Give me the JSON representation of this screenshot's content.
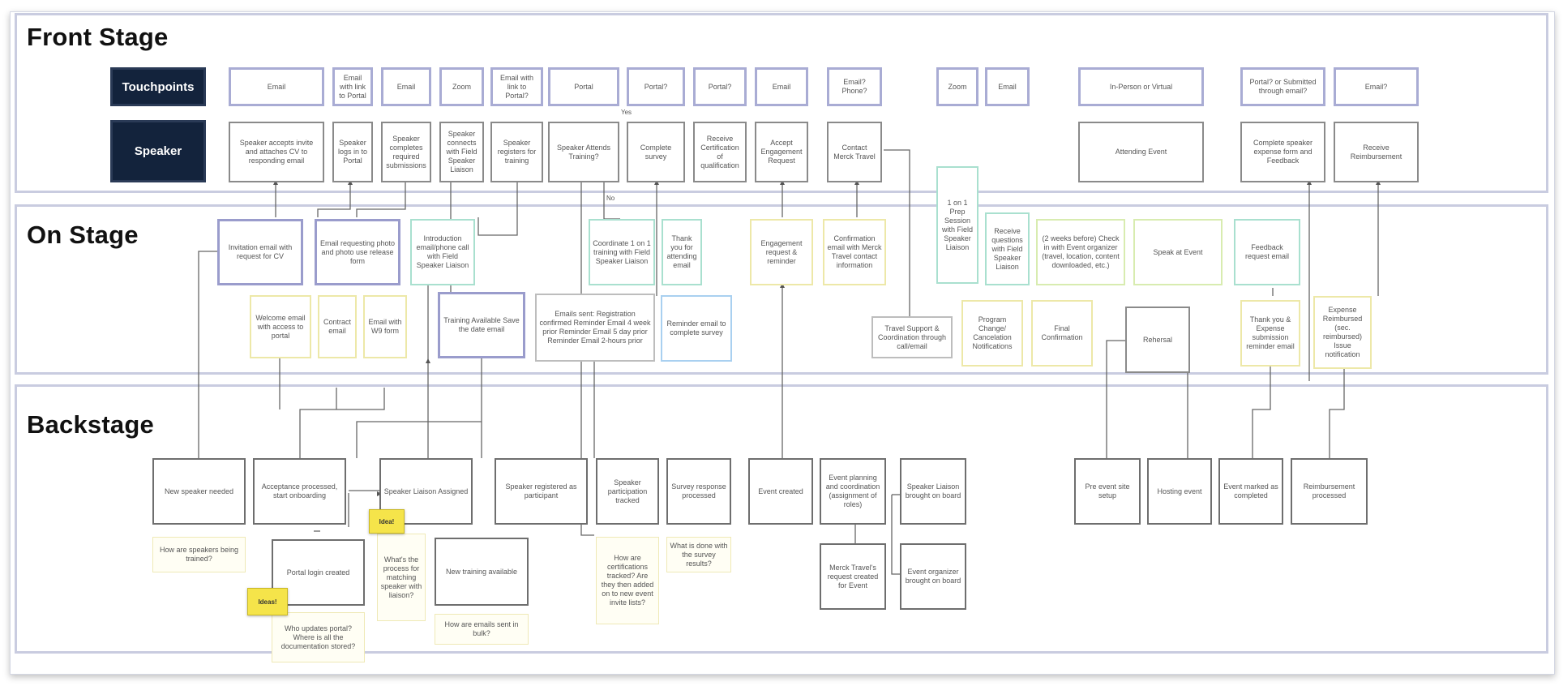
{
  "lanes": {
    "front": "Front Stage",
    "on": "On Stage",
    "back": "Backstage"
  },
  "roles": {
    "touchpoints": "Touchpoints",
    "speaker": "Speaker"
  },
  "touchpoints": [
    "Email",
    "Email with link to Portal",
    "Email",
    "Zoom",
    "Email with link to Portal?",
    "Portal",
    "Portal?",
    "Portal?",
    "Email",
    "Email? Phone?",
    "Zoom",
    "Email",
    "In-Person or Virtual",
    "Portal? or Submitted through email?",
    "Email?"
  ],
  "speaker_actions": [
    "Speaker accepts invite and attaches CV to responding email",
    "Speaker logs in to Portal",
    "Speaker completes required submissions",
    "Speaker connects with Field Speaker Liaison",
    "Speaker registers for training",
    "Speaker Attends Training?",
    "Complete survey",
    "Receive Certification of qualification",
    "Accept Engagement Request",
    "Contact Merck Travel",
    "Attending Event",
    "Complete speaker expense form and Feedback",
    "Receive Reimbursement"
  ],
  "onstage": [
    "Invitation email with request for CV",
    "Email requesting photo and photo use release form",
    "Introduction email/phone call with Field Speaker Liaison",
    "Welcome email with access to portal",
    "Contract email",
    "Email with W9 form",
    "Training Available Save the date email",
    "Emails sent: Registration confirmed Reminder Email 4 week prior Reminder Email 5 day prior Reminder Email 2-hours prior",
    "Coordinate 1 on 1 training with Field Speaker Liaison",
    "Thank you for attending email",
    "Reminder email to complete survey",
    "Engagement request & reminder",
    "Confirmation email with Merck Travel contact information",
    "Travel Support & Coordination through call/email",
    "1 on 1 Prep Session with Field Speaker Liaison",
    "Receive questions with Field Speaker Liaison",
    "(2 weeks before) Check in with Event organizer (travel, location, content downloaded, etc.)",
    "Program Change/ Cancelation Notifications",
    "Final Confirmation",
    "Speak at Event",
    "Rehersal",
    "Feedback request email",
    "Thank you & Expense submission reminder email",
    "Expense Reimbursed (sec. reimbursed) Issue notification"
  ],
  "backstage": [
    "New speaker needed",
    "Acceptance processed, start onboarding",
    "Speaker Liaison Assigned",
    "Portal login created",
    "New training available",
    "Speaker registered as participant",
    "Speaker participation tracked",
    "Survey response processed",
    "Event created",
    "Event planning and coordination (assignment of roles)",
    "Speaker Liaison brought on board",
    "Merck Travel's request created for Event",
    "Event organizer brought on board",
    "Pre event site setup",
    "Hosting event",
    "Event marked as completed",
    "Reimbursement processed"
  ],
  "questions": [
    "How are speakers being trained?",
    "What's the process for matching speaker with liaison?",
    "Who updates portal? Where is all the documentation stored?",
    "How are emails sent in bulk?",
    "How are certifications tracked? Are they then added on to new event invite lists?",
    "What is done with the survey results?"
  ],
  "stickies": [
    "Idea!",
    "Ideas!"
  ],
  "small_labels": [
    "Yes",
    "No"
  ]
}
